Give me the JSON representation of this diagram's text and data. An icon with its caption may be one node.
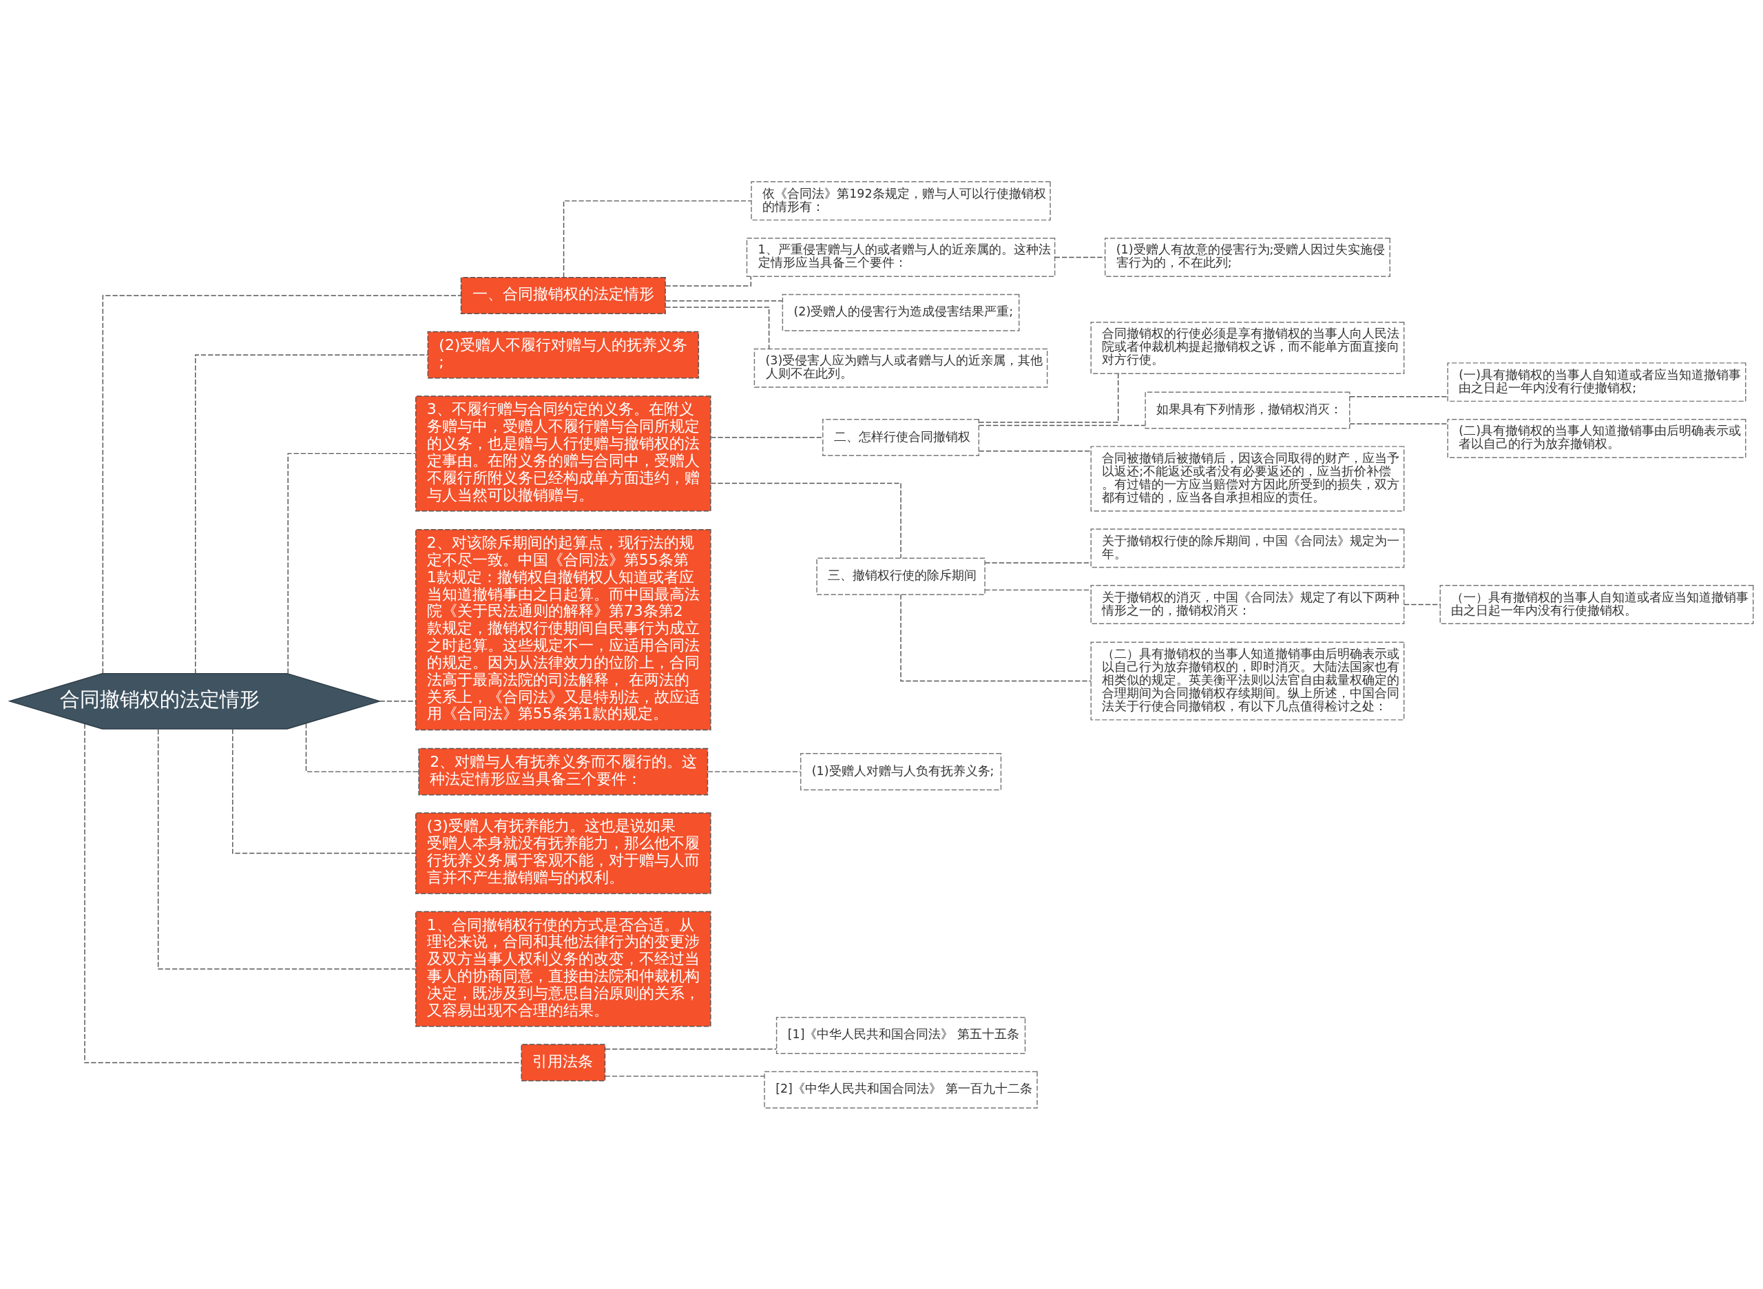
{
  "diagram": {
    "nodes": [
      {
        "text": [
          "合同撤销权的法定情形"
        ]
      },
      {
        "text": [
          "一、合同撤销权的法定情形"
        ]
      },
      {
        "text": [
          "依《合同法》第192条规定，赠与人可以行使撤销权的情形有："
        ]
      },
      {
        "text": [
          "1、严重侵害赠与人的或者赠与人的近亲属的。这种法定情形应当具备三个要件："
        ]
      },
      {
        "text": [
          "(1)受赠人有故意的侵害行为;受赠人因过失实施侵害行为的，不在此列;"
        ]
      },
      {
        "text": [
          "(2)受赠人的侵害行为造成侵害结果严重;"
        ]
      },
      {
        "text": [
          "(3)受侵害人应为赠与人或者赠与人的近亲属，其他人则不在此列。"
        ]
      },
      {
        "text": [
          "(2)受赠人不履行对赠与人的抚养义务;"
        ]
      },
      {
        "text": [
          "3、不履行赠与合同约定的义务。在附义务赠与中，受赠人不履行赠与合同所规定的义务，也是赠与人行使赠与撤销权的法定事由。在附义务的赠与合同中，受赠人不履行所附义务已经构成单方面违约，赠与人当然可以撤销赠与。"
        ]
      },
      {
        "text": [
          "二、怎样行使合同撤销权"
        ]
      },
      {
        "text": [
          "合同撤销权的行使必须是享有撤销权的当事人向人民法院或者仲裁机构提起撤销权之诉，而不能单方面直接向对方行使。"
        ]
      },
      {
        "text": [
          "如果具有下列情形，撤销权消灭："
        ]
      },
      {
        "text": [
          "(一)具有撤销权的当事人自知道或者应当知道撤销事由之日起一年内没有行使撤销权;"
        ]
      },
      {
        "text": [
          "(二)具有撤销权的当事人知道撤销事由后明确表示或者以自己的行为放弃撤销权。"
        ]
      },
      {
        "text": [
          "合同被撤销后被撤销后，因该合同取得的财产，应当予以返还;不能返还或者没有必要返还的，应当折价补偿。有过错的一方应当赔偿对方因此所受到的损失，双方都有过错的，应当各自承担相应的责任。"
        ]
      },
      {
        "text": [
          "三、撤销权行使的除斥期间"
        ]
      },
      {
        "text": [
          "关于撤销权行使的除斥期间，中国《合同法》规定为一年。"
        ]
      },
      {
        "text": [
          "关于撤销权的消灭，中国《合同法》规定了有以下两种情形之一的，撤销权消灭："
        ]
      },
      {
        "text": [
          "（一）具有撤销权的当事人自知道或者应当知道撤销事由之日起一年内没有行使撤销权。"
        ]
      },
      {
        "text": [
          "（二）具有撤销权的当事人知道撤销事由后明确表示或以自己行为放弃撤销权的，即时消灭。大陆法国家也有相类似的规定。英美衡平法则以法官自由裁量权确定的合理期间为合同撤销权存续期间。纵上所述，中国合同法关于行使合同撤销权，有以下几点值得检讨之处："
        ]
      },
      {
        "text": [
          "2、对该除斥期间的起算点，现行法的规定不尽一致。中国《合同法》第55条第1款规定：撤销权自撤销权人知道或者应当知道撤销事由之日起算。而中国最高法院《关于民法通则的解释》第73条第2款规定，撤销权行使期间自民事行为成立之时起算。这些规定不一，应适用合同法的规定。因为从法律效力的位阶上，合同法高于最高法院的司法解释， 在两法的关系上，《合同法》又是特别法，故应适用《合同法》第55条第1款的规定。"
        ]
      },
      {
        "text": [
          "2、对赠与人有抚养义务而不履行的。这种法定情形应当具备三个要件："
        ]
      },
      {
        "text": [
          "(1)受赠人对赠与人负有抚养义务;"
        ]
      },
      {
        "text": [
          "(3)受赠人有抚养能力。这也是说如果受赠人本身就没有抚养能力，那么他不履行抚养义务属于客观不能，对于赠与人而言并不产生撤销赠与的权利。"
        ]
      },
      {
        "text": [
          "1、合同撤销权行使的方式是否合适。从理论来说，合同和其他法律行为的变更涉及双方当事人权利义务的改变，不经过当事人的协商同意，直接由法院和仲裁机构决定，既涉及到与意思自治原则的关系，又容易出现不合理的结果。"
        ]
      },
      {
        "text": [
          "引用法条"
        ]
      },
      {
        "text": [
          "[1]《中华人民共和国合同法》 第五十五条"
        ]
      },
      {
        "text": [
          "[2]《中华人民共和国合同法》 第一百九十二条"
        ]
      }
    ],
    "edges": [
      {
        "from": 0,
        "to": 1,
        "arrow": "none",
        "style": "dashed"
      },
      {
        "from": 1,
        "to": 2,
        "arrow": "none",
        "style": "dashed"
      },
      {
        "from": 1,
        "to": 3,
        "arrow": "none",
        "style": "dashed"
      },
      {
        "from": 3,
        "to": 4,
        "arrow": "none",
        "style": "dashed"
      },
      {
        "from": 1,
        "to": 5,
        "arrow": "none",
        "style": "dashed"
      },
      {
        "from": 1,
        "to": 6,
        "arrow": "none",
        "style": "dashed"
      },
      {
        "from": 0,
        "to": 7,
        "arrow": "none",
        "style": "dashed"
      },
      {
        "from": 0,
        "to": 8,
        "arrow": "none",
        "style": "dashed"
      },
      {
        "from": 8,
        "to": 9,
        "arrow": "none",
        "style": "dashed"
      },
      {
        "from": 9,
        "to": 10,
        "arrow": "none",
        "style": "dashed"
      },
      {
        "from": 9,
        "to": 11,
        "arrow": "none",
        "style": "dashed"
      },
      {
        "from": 11,
        "to": 12,
        "arrow": "none",
        "style": "dashed"
      },
      {
        "from": 11,
        "to": 13,
        "arrow": "none",
        "style": "dashed"
      },
      {
        "from": 9,
        "to": 14,
        "arrow": "none",
        "style": "dashed"
      },
      {
        "from": 8,
        "to": 15,
        "arrow": "none",
        "style": "dashed"
      },
      {
        "from": 15,
        "to": 16,
        "arrow": "none",
        "style": "dashed"
      },
      {
        "from": 15,
        "to": 17,
        "arrow": "none",
        "style": "dashed"
      },
      {
        "from": 17,
        "to": 18,
        "arrow": "none",
        "style": "dashed"
      },
      {
        "from": 15,
        "to": 19,
        "arrow": "none",
        "style": "dashed"
      },
      {
        "from": 0,
        "to": 20,
        "arrow": "none",
        "style": "dashed"
      },
      {
        "from": 0,
        "to": 21,
        "arrow": "none",
        "style": "dashed"
      },
      {
        "from": 21,
        "to": 22,
        "arrow": "none",
        "style": "dashed"
      },
      {
        "from": 0,
        "to": 23,
        "arrow": "none",
        "style": "dashed"
      },
      {
        "from": 0,
        "to": 24,
        "arrow": "none",
        "style": "dashed"
      },
      {
        "from": 0,
        "to": 25,
        "arrow": "none",
        "style": "dashed"
      },
      {
        "from": 25,
        "to": 26,
        "arrow": "none",
        "style": "dashed"
      },
      {
        "from": 25,
        "to": 27,
        "arrow": "none",
        "style": "dashed"
      }
    ]
  }
}
